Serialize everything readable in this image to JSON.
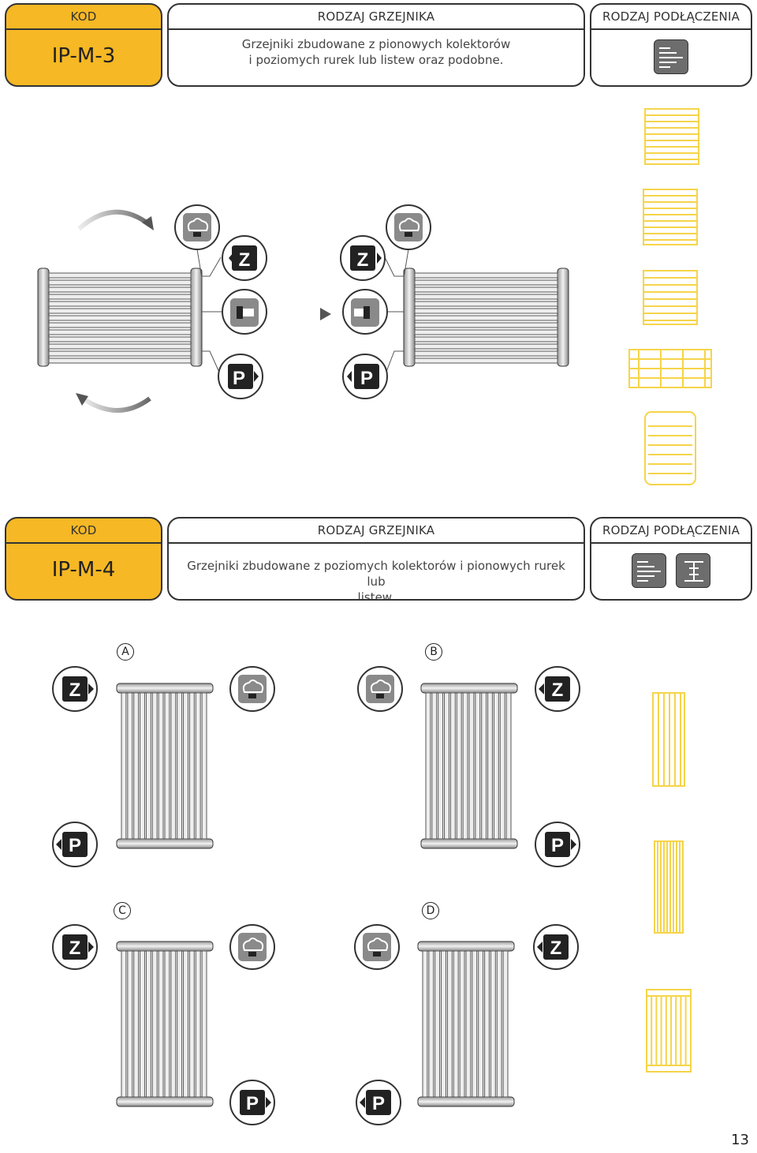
{
  "section1": {
    "kod_label": "KOD",
    "kod_value": "IP-M-3",
    "type_label": "RODZAJ GRZEJNIKA",
    "type_desc_line1": "Grzejniki zbudowane z pionowych kolektorów",
    "type_desc_line2": "i poziomych rurek lub listew oraz podobne.",
    "conn_label": "RODZAJ PODŁĄCZENIA",
    "conn_icons": [
      "horizontal-tubes-icon"
    ]
  },
  "section2": {
    "kod_label": "KOD",
    "kod_value": "IP-M-4",
    "type_label": "RODZAJ GRZEJNIKA",
    "type_desc_line1": "Grzejniki zbudowane z poziomych kolektorów i pionowych rurek lub",
    "type_desc_line2": "listew.",
    "conn_label": "RODZAJ PODŁĄCZENIA",
    "conn_icons": [
      "horizontal-tubes-icon",
      "vertical-tubes-icon"
    ]
  },
  "markers": {
    "supply": "Z",
    "return": "P"
  },
  "variants": [
    "A",
    "B",
    "C",
    "D"
  ],
  "page_number": "13",
  "colors": {
    "accent": "#f6b824",
    "icon_gray": "#6d6d6d",
    "outline_yellow": "#f6d44a"
  }
}
